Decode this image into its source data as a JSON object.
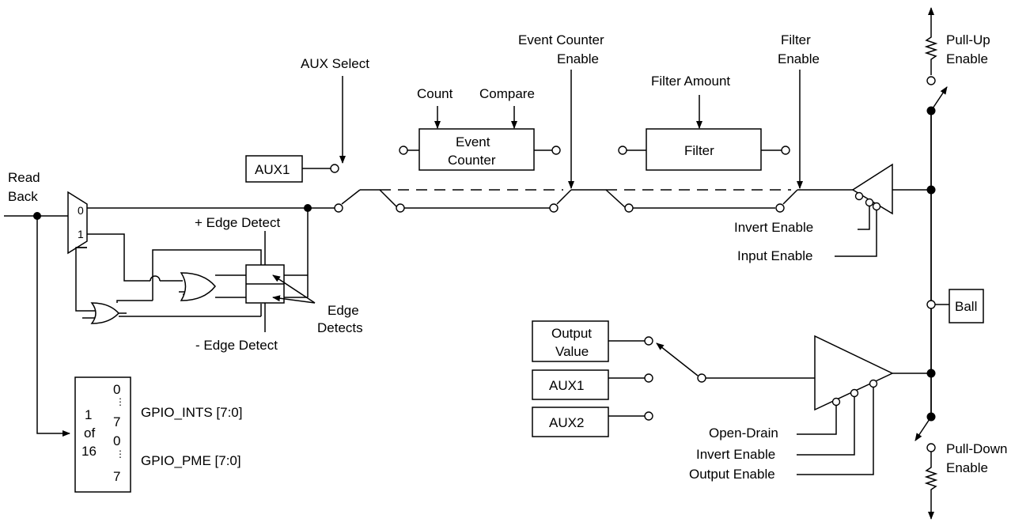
{
  "labels": {
    "read_back_1": "Read",
    "read_back_2": "Back",
    "aux_select": "AUX Select",
    "count": "Count",
    "compare": "Compare",
    "event_counter_enable_1": "Event Counter",
    "event_counter_enable_2": "Enable",
    "filter_amount": "Filter Amount",
    "filter_enable_1": "Filter",
    "filter_enable_2": "Enable",
    "pull_up_1": "Pull-Up",
    "pull_up_2": "Enable",
    "pull_down_1": "Pull-Down",
    "pull_down_2": "Enable",
    "plus_edge_detect": "+ Edge Detect",
    "minus_edge_detect": "- Edge Detect",
    "edge_detects_1": "Edge",
    "edge_detects_2": "Detects",
    "invert_enable_top": "Invert Enable",
    "input_enable": "Input Enable",
    "open_drain": "Open-Drain",
    "invert_enable_bottom": "Invert Enable",
    "output_enable": "Output Enable",
    "gpio_ints": "GPIO_INTS [7:0]",
    "gpio_pme": "GPIO_PME [7:0]",
    "mux_in_0": "0",
    "mux_in_1": "1"
  },
  "boxes": {
    "aux1_top": "AUX1",
    "event_counter_1": "Event",
    "event_counter_2": "Counter",
    "filter": "Filter",
    "ball": "Ball",
    "output_value_1": "Output",
    "output_value_2": "Value",
    "aux1_bottom": "AUX1",
    "aux2": "AUX2"
  },
  "register": {
    "top_0": "0",
    "top_7": "7",
    "bot_0": "0",
    "bot_7": "7",
    "one": "1",
    "of": "of",
    "sixteen": "16"
  }
}
